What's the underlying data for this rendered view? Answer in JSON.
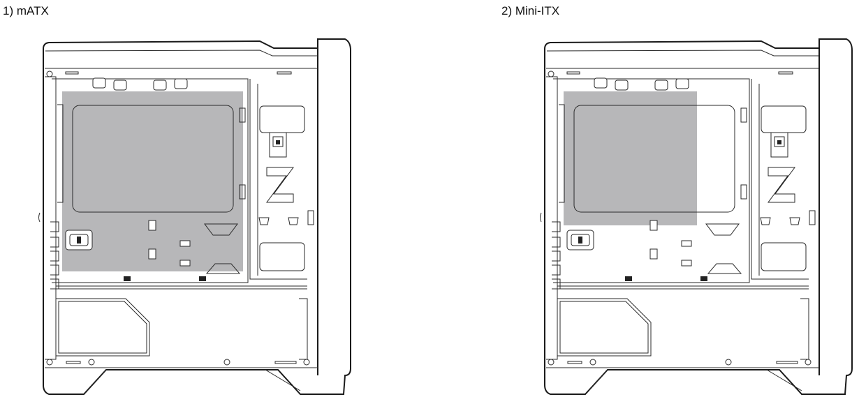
{
  "diagrams": [
    {
      "label": "1) mATX",
      "form_factor": "mATX"
    },
    {
      "label": "2) Mini-ITX",
      "form_factor": "Mini-ITX"
    }
  ],
  "colors": {
    "motherboard_area": "#b7b7b9",
    "line": "#1a1a1a",
    "background": "#ffffff"
  }
}
